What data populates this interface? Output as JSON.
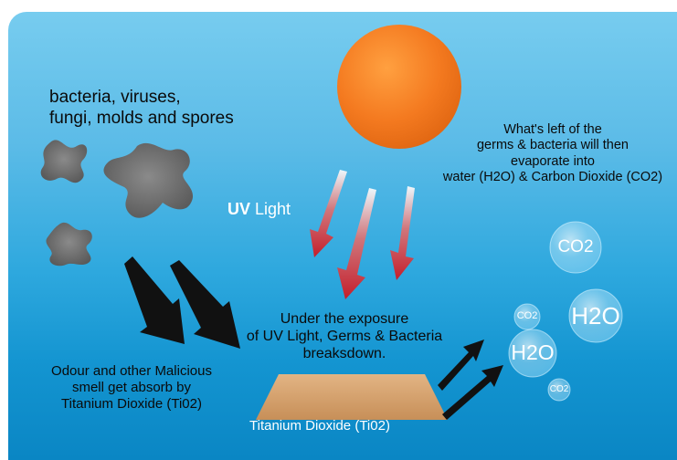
{
  "labels": {
    "germs": [
      "bacteria, viruses,",
      "fungi, molds and spores"
    ],
    "evaporate": [
      "What's left of the",
      "germs & bacteria will then",
      "evaporate into",
      "water (H2O) & Carbon Dioxide (CO2)"
    ],
    "uv_bold": "UV",
    "uv_rest": " Light",
    "exposure": [
      "Under the exposure",
      "of UV Light, Germs & Bacteria",
      "breaksdown."
    ],
    "odour": [
      "Odour and other Malicious",
      "smell get absorb by",
      "Titanium Dioxide (Ti02)"
    ],
    "base": "Titanium Dioxide (Ti02)"
  },
  "bubbles": [
    {
      "label": "CO2"
    },
    {
      "label": "H2O"
    },
    {
      "label": "CO2"
    },
    {
      "label": "H2O"
    },
    {
      "label": "CO2"
    }
  ],
  "colors": {
    "sun": "#f47a20",
    "germ": "#6d6d6d",
    "uv_arrow": "#c41d2a",
    "black_arrow": "#111111",
    "base": "#d4a06c"
  }
}
